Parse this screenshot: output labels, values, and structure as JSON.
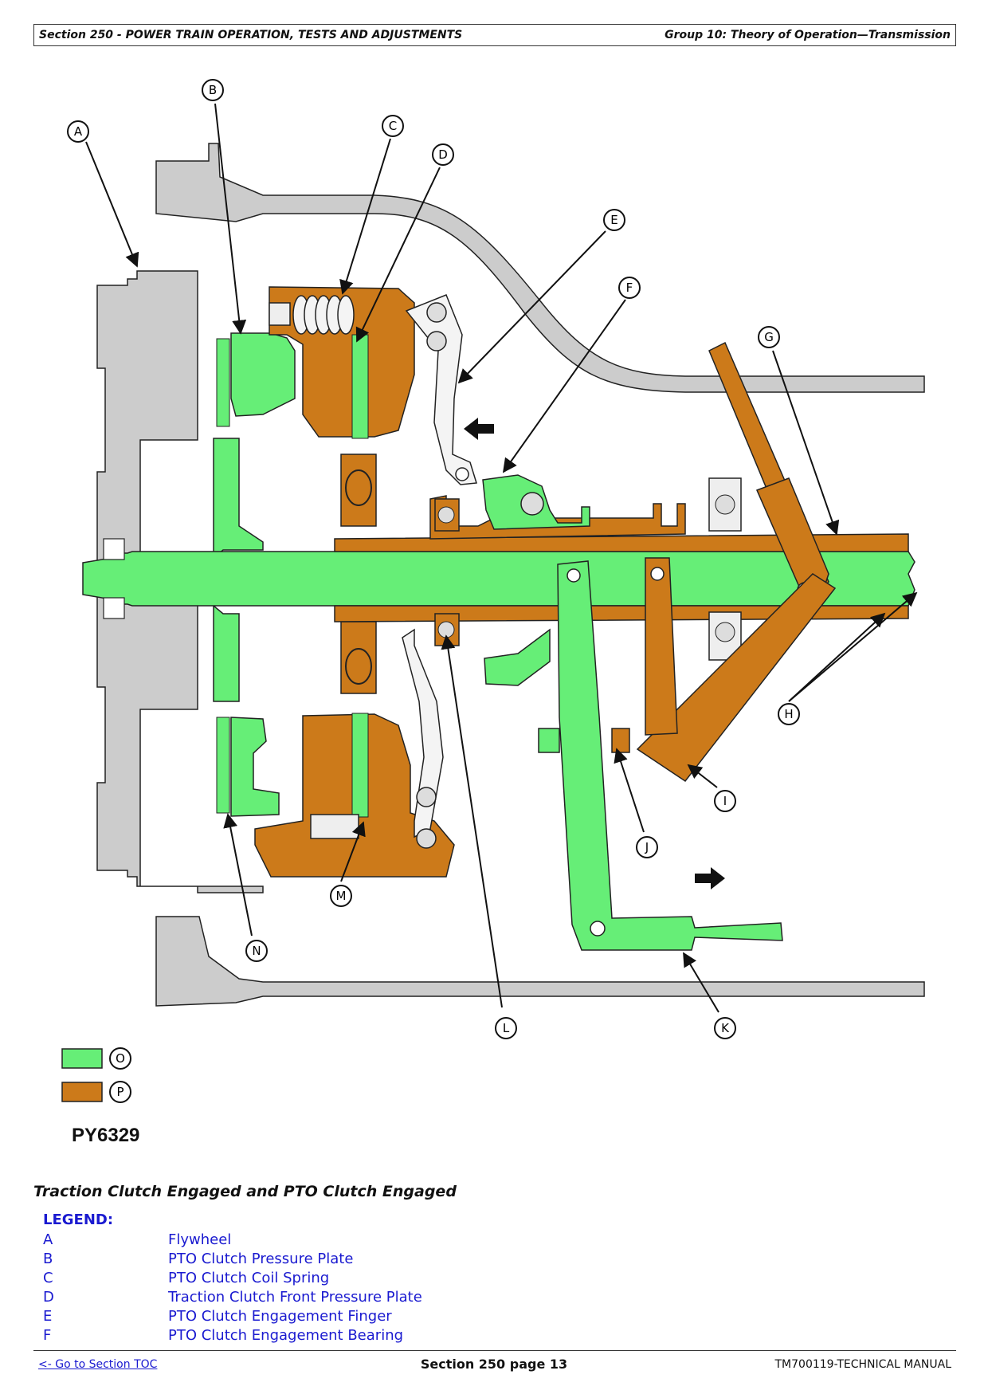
{
  "header": {
    "left": "Section 250 - POWER TRAIN OPERATION, TESTS AND ADJUSTMENTS",
    "right": "Group 10: Theory of Operation—Transmission"
  },
  "figure": {
    "id": "PY6329",
    "callouts": {
      "A": "A",
      "B": "B",
      "C": "C",
      "D": "D",
      "E": "E",
      "F": "F",
      "G": "G",
      "H": "H",
      "I": "I",
      "J": "J",
      "K": "K",
      "L": "L",
      "M": "M",
      "N": "N",
      "O": "O",
      "P": "P"
    },
    "colors": {
      "green": "#66ee77",
      "brown": "#cc7a1a",
      "gray": "#cccccc",
      "outline": "#222222"
    }
  },
  "caption": "Traction Clutch Engaged and PTO Clutch Engaged",
  "legend": {
    "title": "LEGEND:",
    "items": [
      {
        "key": "A",
        "desc": "Flywheel"
      },
      {
        "key": "B",
        "desc": "PTO Clutch Pressure Plate"
      },
      {
        "key": "C",
        "desc": "PTO Clutch Coil Spring"
      },
      {
        "key": "D",
        "desc": "Traction Clutch Front Pressure Plate"
      },
      {
        "key": "E",
        "desc": "PTO Clutch Engagement Finger"
      },
      {
        "key": "F",
        "desc": "PTO Clutch Engagement Bearing"
      }
    ]
  },
  "footer": {
    "left": "<- Go to Section TOC",
    "center": "Section 250 page 13",
    "right": "TM700119-TECHNICAL MANUAL"
  }
}
